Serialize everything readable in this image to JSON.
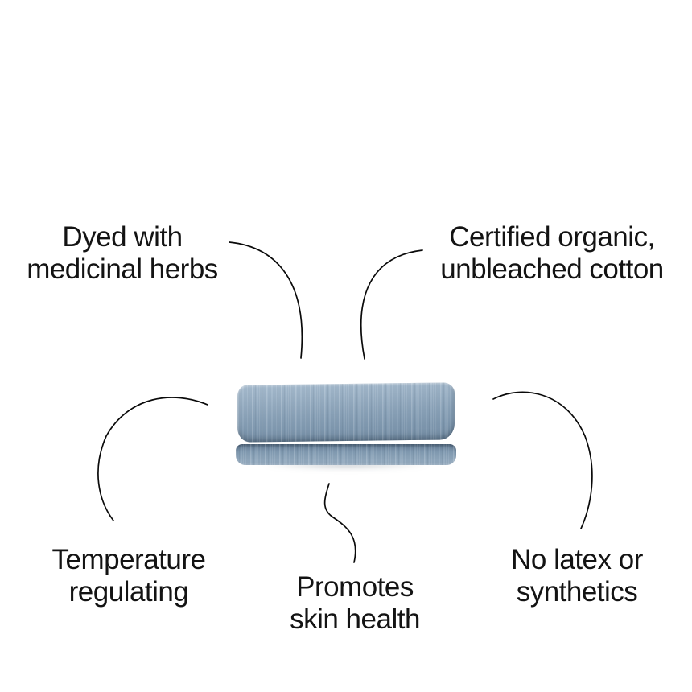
{
  "page": {
    "background": "#ffffff",
    "description": "Product feature infographic: folded sheets with five callouts"
  },
  "colors": {
    "text": "#131313",
    "line": "#0a0a0a",
    "sheet_top_light": "#a9bed1",
    "sheet_mid": "#8ba3b9",
    "sheet_dark": "#7b94ab",
    "sheet_bottom": "#87a0b6",
    "sheet_bottom_dark": "#6e87a0"
  },
  "features": [
    {
      "id": "dyed",
      "line1": "Dyed with",
      "line2": "medicinal herbs"
    },
    {
      "id": "certified",
      "line1": "Certified organic,",
      "line2": "unbleached cotton"
    },
    {
      "id": "temperature",
      "line1": "Temperature",
      "line2": "regulating"
    },
    {
      "id": "skin",
      "line1": "Promotes",
      "line2": "skin health"
    },
    {
      "id": "latex",
      "line1": "No latex or",
      "line2": "synthetics"
    }
  ]
}
